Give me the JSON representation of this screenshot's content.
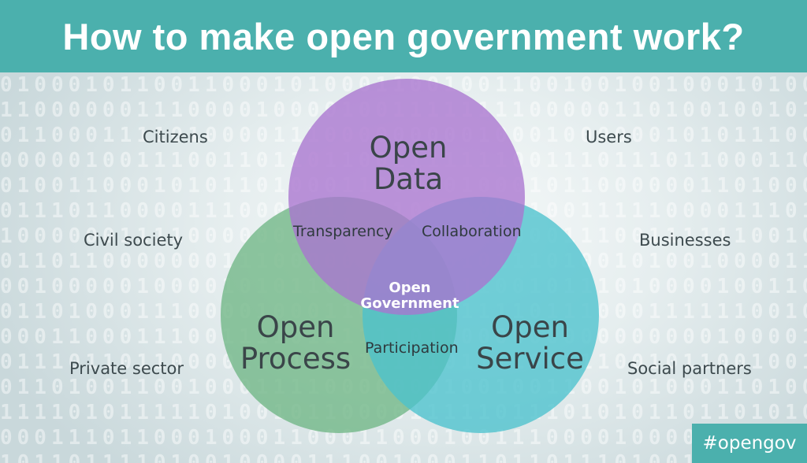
{
  "header": {
    "title": "How to make open government work?"
  },
  "venn": {
    "circles": {
      "data": {
        "line1": "Open",
        "line2": "Data",
        "color": "#a974cf"
      },
      "process": {
        "line1": "Open",
        "line2": "Process",
        "color": "#6fb685"
      },
      "service": {
        "line1": "Open",
        "line2": "Service",
        "color": "#4cc1cd"
      }
    },
    "intersections": {
      "transparency": "Transparency",
      "collaboration": "Collaboration",
      "participation": "Participation"
    },
    "center": {
      "line1": "Open",
      "line2": "Government"
    }
  },
  "stakeholders": {
    "left": [
      "Citizens",
      "Civil society",
      "Private sector"
    ],
    "right": [
      "Users",
      "Businesses",
      "Social partners"
    ]
  },
  "footer": {
    "hashtag": "#opengov"
  }
}
